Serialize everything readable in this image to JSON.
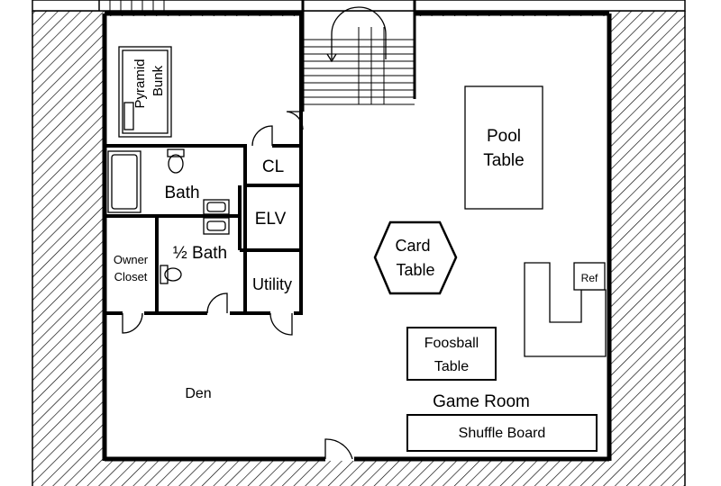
{
  "rooms": {
    "pyramid_bunk": [
      "Pyramid",
      "Bunk"
    ],
    "cl": "CL",
    "bath": "Bath",
    "elv": "ELV",
    "half_bath": "½ Bath",
    "owner_closet": [
      "Owner",
      "Closet"
    ],
    "utility": "Utility",
    "den": "Den",
    "game_room": "Game Room"
  },
  "furniture": {
    "pool_table": [
      "Pool",
      "Table"
    ],
    "card_table": [
      "Card",
      "Table"
    ],
    "foosball_table": [
      "Foosball",
      "Table"
    ],
    "shuffle_board": "Shuffle Board",
    "ref": "Ref"
  },
  "colors": {
    "wall": "#000000",
    "hatch": "#000000",
    "background": "#ffffff"
  }
}
